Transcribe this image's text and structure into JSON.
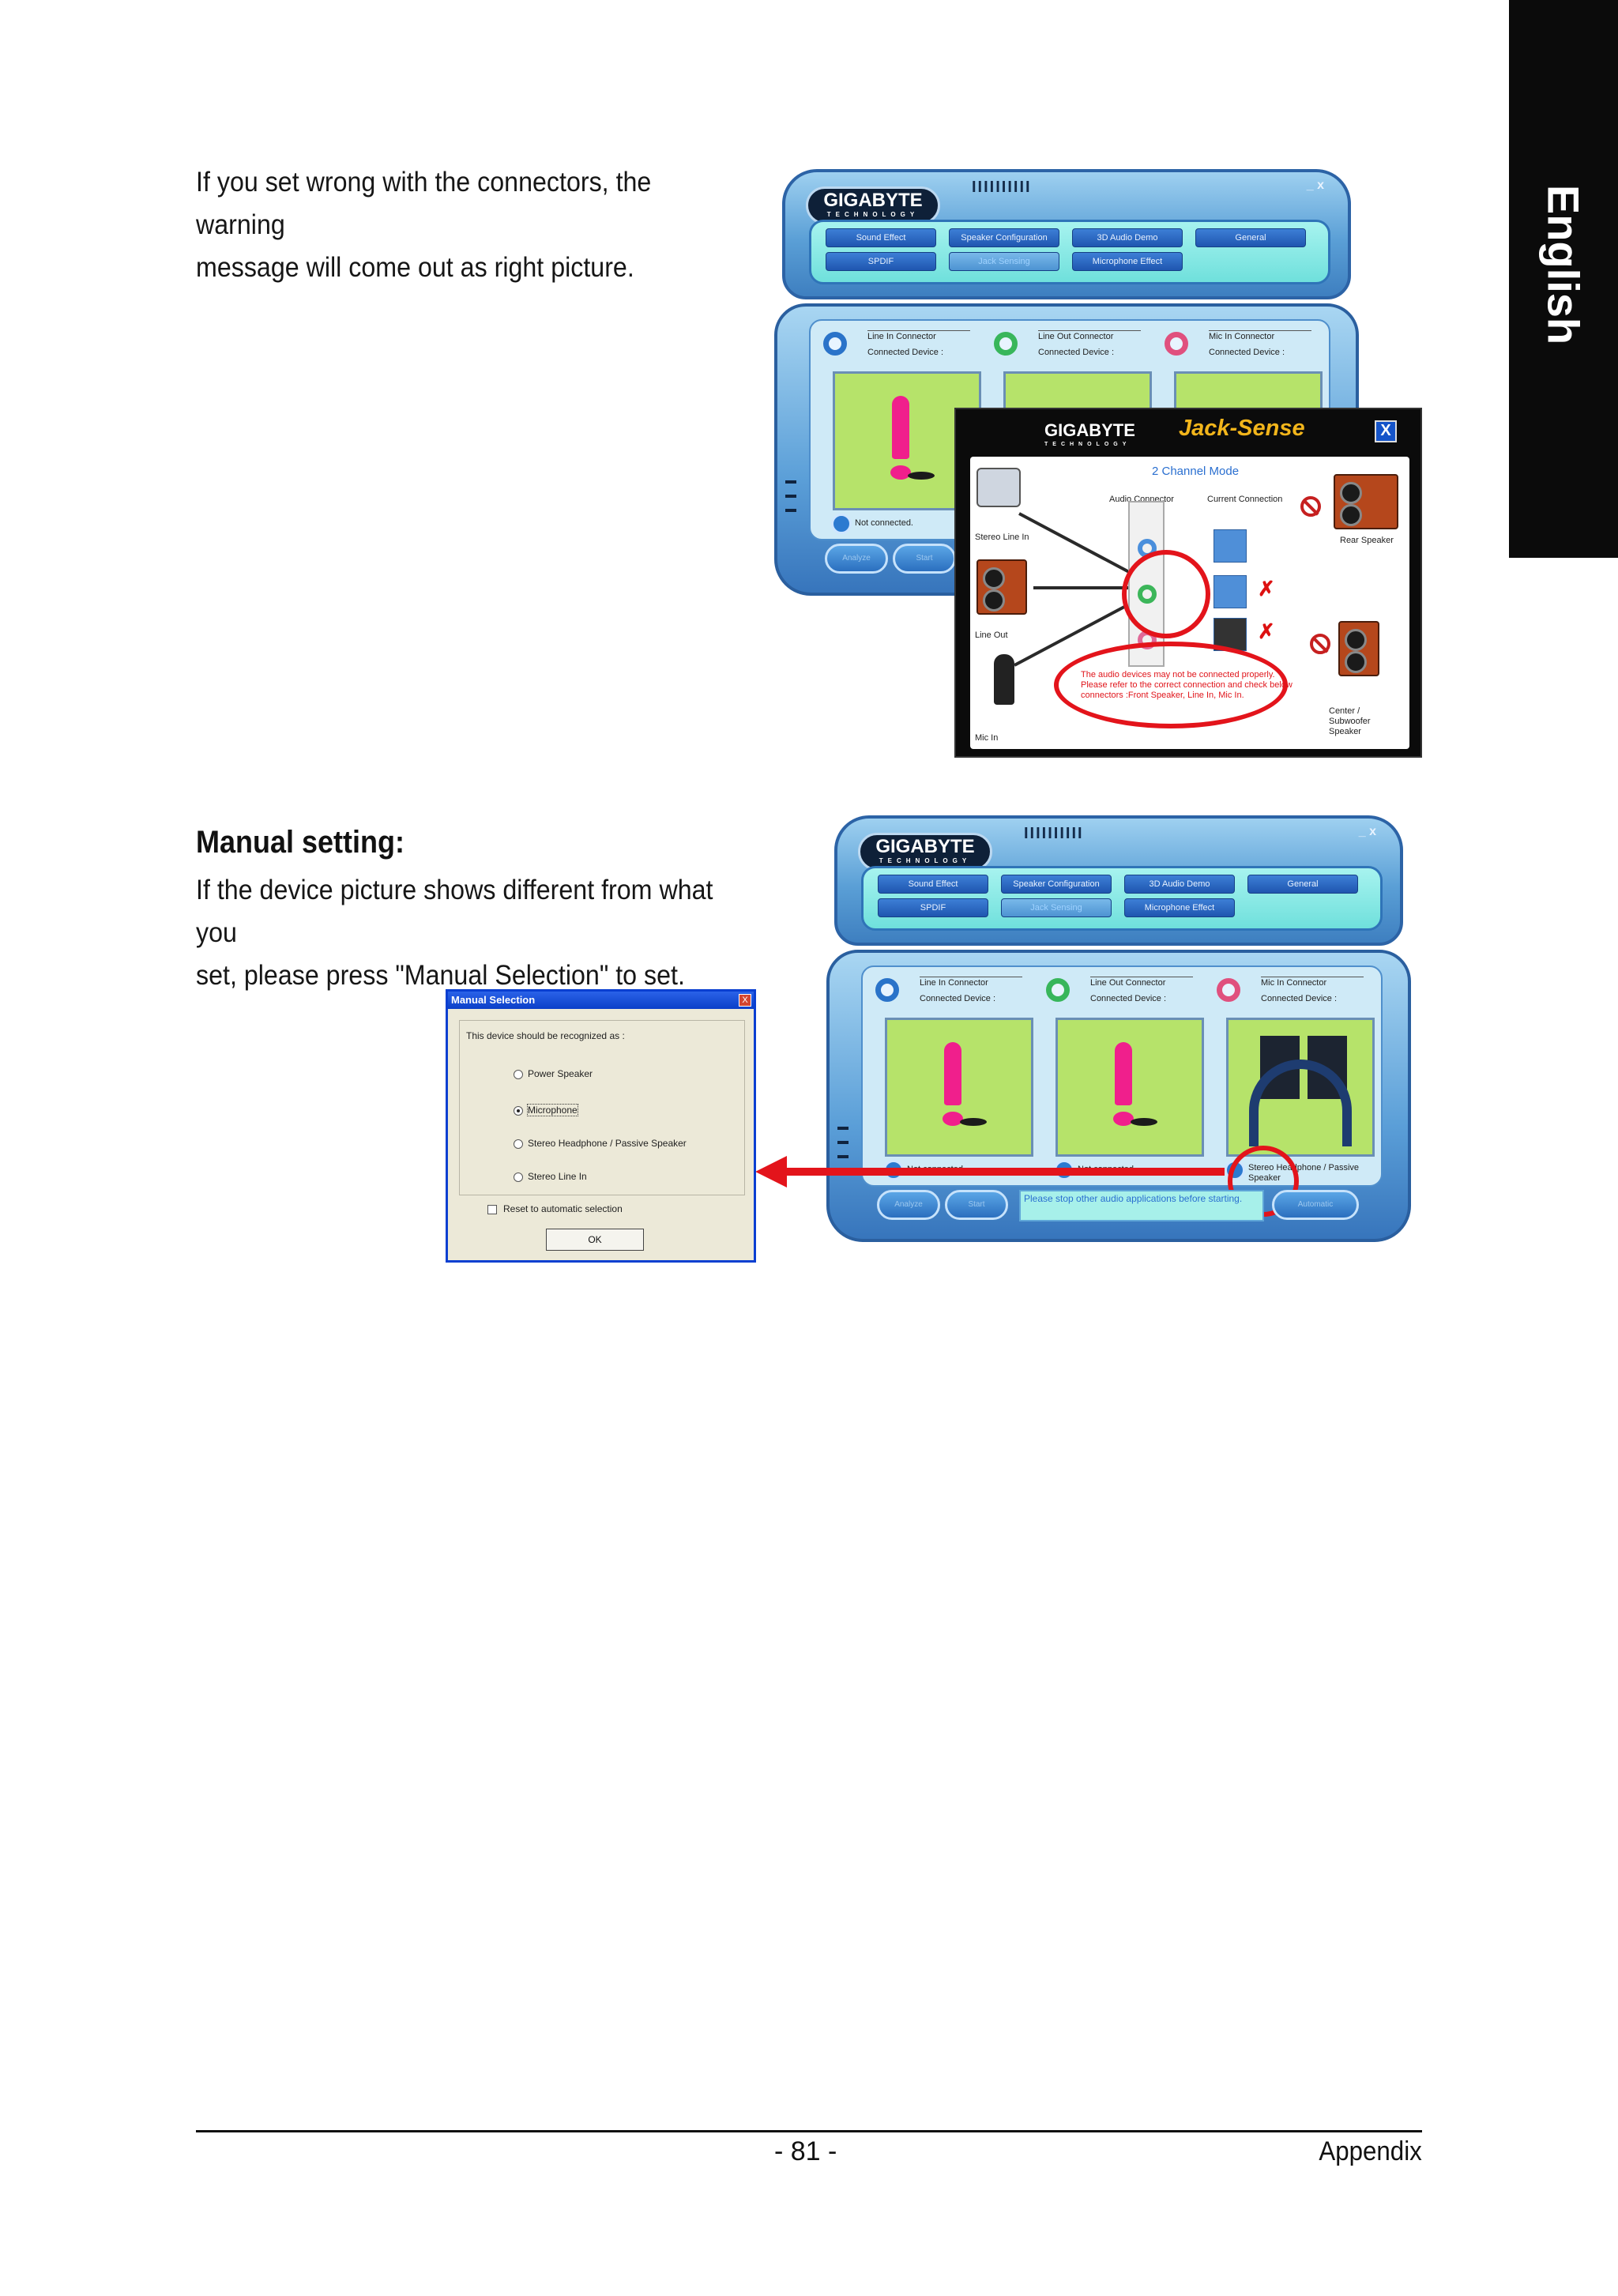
{
  "side_tab": {
    "label": "English"
  },
  "intro": {
    "line1": "If you set wrong with the connectors, the warning",
    "line2": "message will come out as right picture."
  },
  "manual": {
    "heading": "Manual setting:",
    "line1": "If the device picture shows different from what you",
    "line2": "set, please press \"Manual Selection\" to set."
  },
  "audio_app": {
    "logo": "GIGABYTE",
    "logo_sub": "TECHNOLOGY",
    "window_controls": "_ x",
    "tabs_row1": [
      "Sound Effect",
      "Speaker Configuration",
      "3D Audio Demo",
      "General"
    ],
    "tabs_row2": [
      "SPDIF",
      "Jack Sensing",
      "Microphone Effect"
    ],
    "connectors": [
      {
        "name": "Line In Connector",
        "device_label": "Connected Device :",
        "status": "Not connected."
      },
      {
        "name": "Line Out Connector",
        "device_label": "Connected Device :",
        "status": "Not connected."
      },
      {
        "name": "Mic In Connector",
        "device_label": "Connected Device :",
        "status": "Stereo Headphone / Passive Speaker"
      }
    ],
    "bottom_buttons": [
      "Analyze",
      "Start",
      "Automatic"
    ],
    "message": "Please stop other audio applications before starting."
  },
  "jack_sense": {
    "brand": "GIGABYTE",
    "brand_sub": "TECHNOLOGY",
    "title": "Jack-Sense",
    "close": "X",
    "mode": "2 Channel Mode",
    "audio_connector_label": "Audio Connector",
    "current_connection_label": "Current Connection",
    "stereo_line_in": "Stereo Line In",
    "line_out": "Line Out",
    "mic_in": "Mic In",
    "rear_speaker": "Rear Speaker",
    "center_sub": "Center / Subwoofer Speaker",
    "warning": "The audio devices may not be connected properly. Please refer to the correct connection and check below connectors :Front Speaker, Line In, Mic In."
  },
  "dialog": {
    "title": "Manual Selection",
    "close": "X",
    "prompt": "This device should be recognized as :",
    "options": [
      "Power Speaker",
      "Microphone",
      "Stereo Headphone / Passive Speaker",
      "Stereo Line In"
    ],
    "selected_option": "Microphone",
    "checkbox_label": "Reset to automatic selection",
    "ok": "OK"
  },
  "footer": {
    "page": "- 81 -",
    "section": "Appendix"
  },
  "colors": {
    "accent_red": "#e3141b",
    "window_blue": "#5a9fd6",
    "device_green": "#b6e36a",
    "warning_pink": "#f01f8c"
  }
}
